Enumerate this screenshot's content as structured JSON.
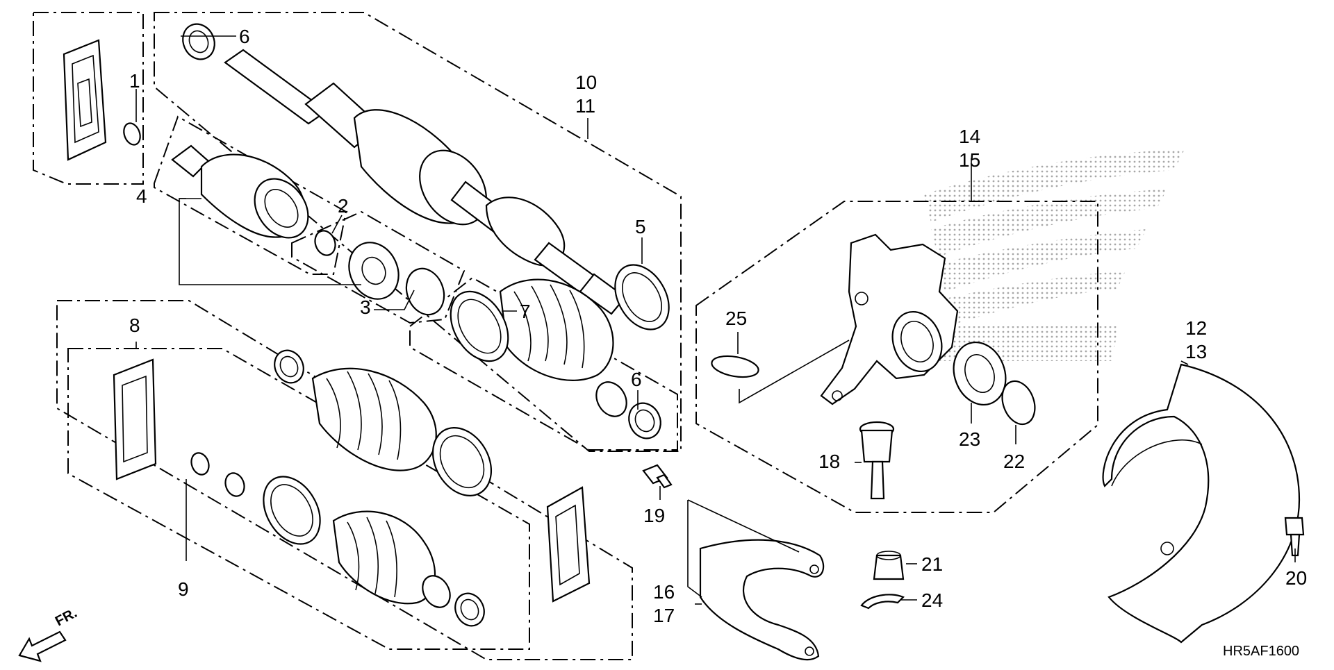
{
  "diagram": {
    "code": "HR5AF1600",
    "direction_label": "FR.",
    "callouts": {
      "c1": "1",
      "c2": "2",
      "c3": "3",
      "c4": "4",
      "c5": "5",
      "c6a": "6",
      "c6b": "6",
      "c7": "7",
      "c8": "8",
      "c9": "9",
      "c10": "10",
      "c11": "11",
      "c12": "12",
      "c13": "13",
      "c14": "14",
      "c15": "15",
      "c16": "16",
      "c17": "17",
      "c18": "18",
      "c19": "19",
      "c20": "20",
      "c21": "21",
      "c22": "22",
      "c23": "23",
      "c24": "24",
      "c25": "25"
    }
  }
}
